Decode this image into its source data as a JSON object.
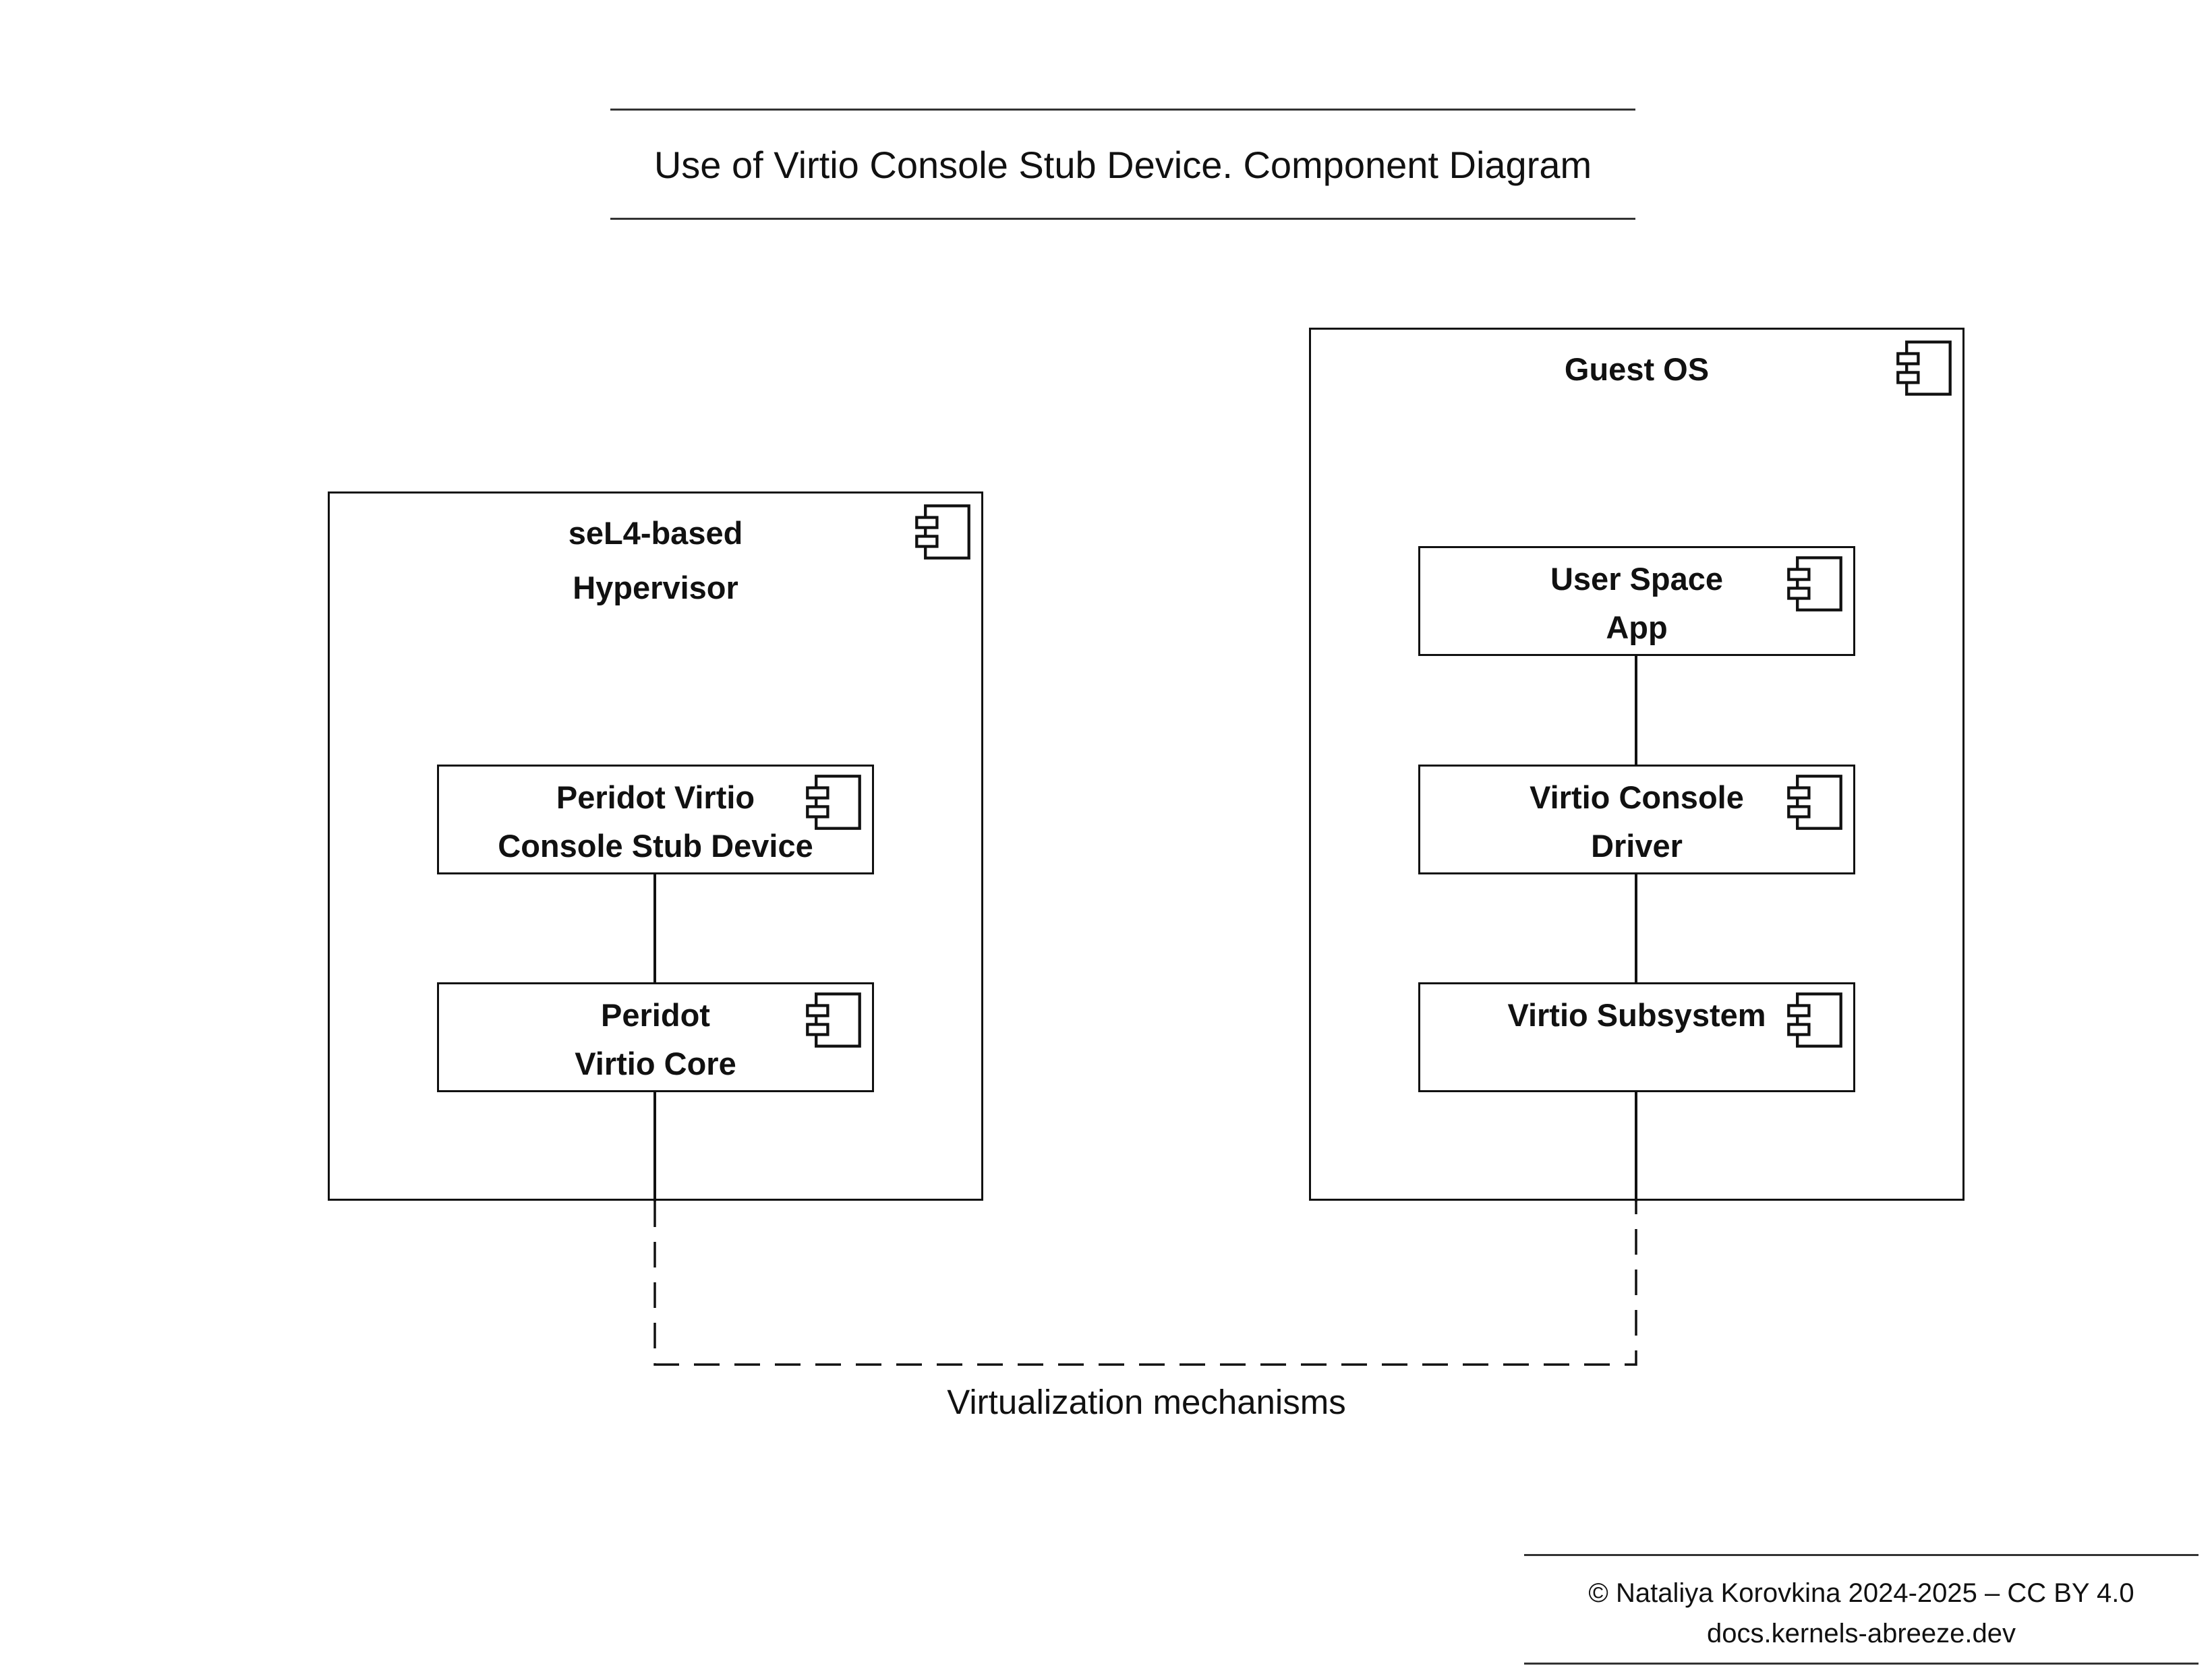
{
  "title": "Use of Virtio Console Stub Device. Component Diagram",
  "components": {
    "hypervisor": {
      "label": "seL4-based\nHypervisor",
      "icon": "component-icon"
    },
    "stub_device": {
      "label": "Peridot Virtio\nConsole Stub Device",
      "icon": "component-icon"
    },
    "virtio_core": {
      "label": "Peridot\nVirtio Core",
      "icon": "component-icon"
    },
    "guest_os": {
      "label": "Guest OS",
      "icon": "component-icon"
    },
    "user_app": {
      "label": "User Space\nApp",
      "icon": "component-icon"
    },
    "console_driver": {
      "label": "Virtio Console\nDriver",
      "icon": "component-icon"
    },
    "virtio_subsystem": {
      "label": "Virtio Subsystem",
      "icon": "component-icon"
    }
  },
  "connection_label": "Virtualization mechanisms",
  "footer": {
    "copyright": "© Nataliya Korovkina 2024-2025 – CC BY 4.0",
    "site": "docs.kernels-abreeze.dev"
  },
  "colors": {
    "line": "#111111",
    "rule": "#333333",
    "background": "#ffffff"
  }
}
